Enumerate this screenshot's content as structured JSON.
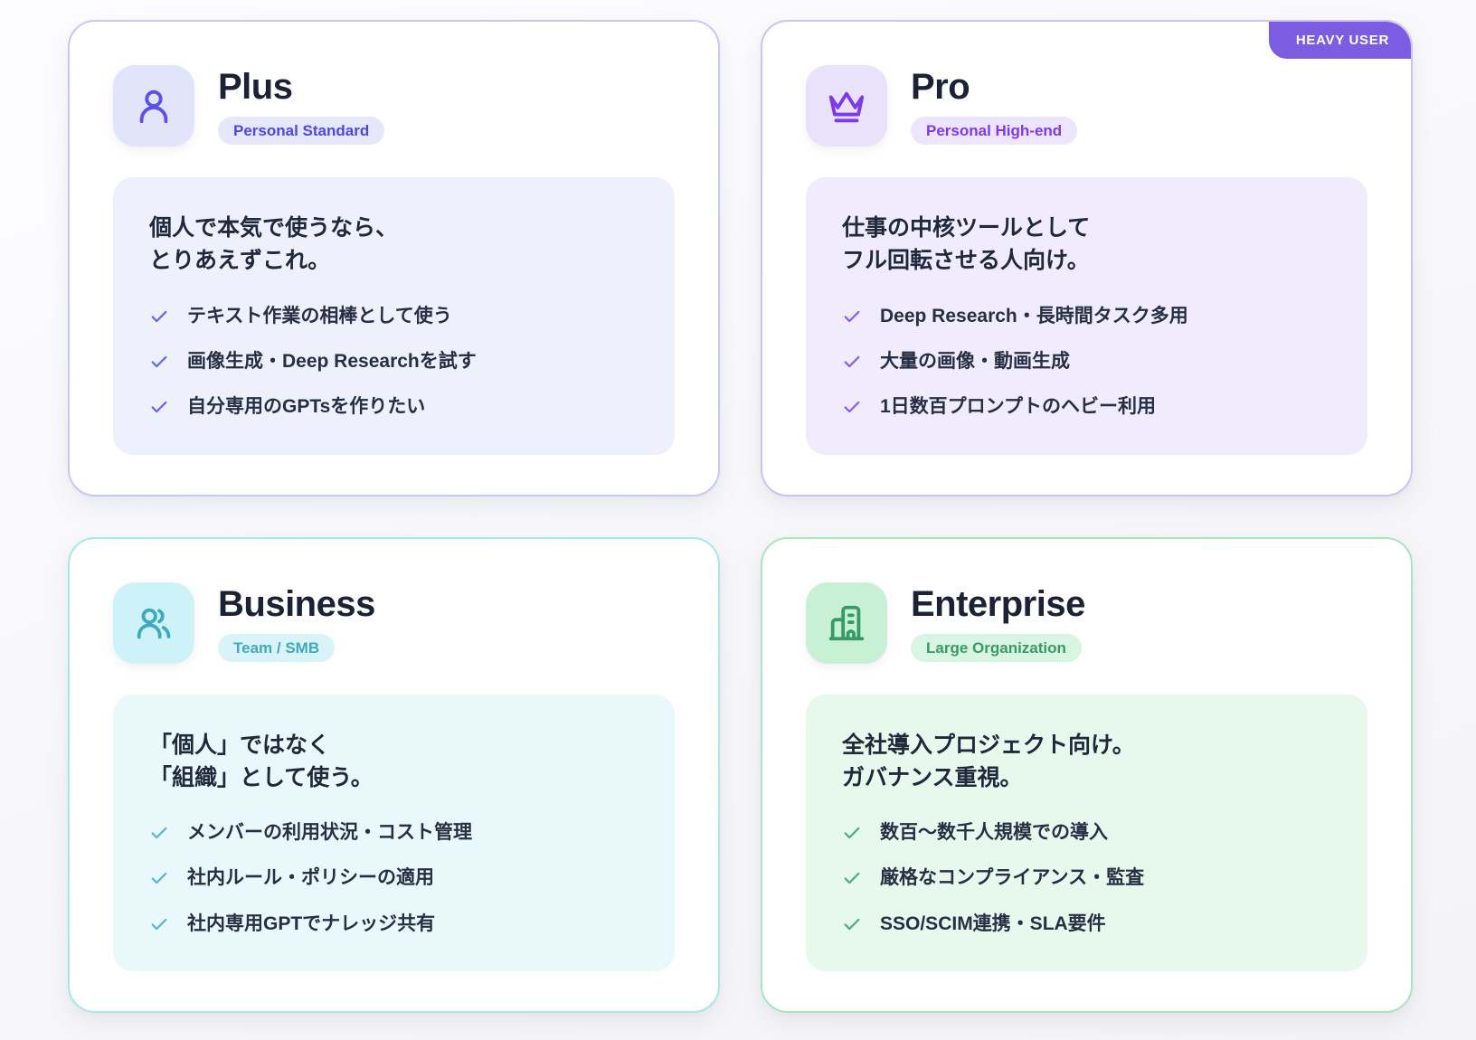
{
  "page": {
    "background": "#fafafa"
  },
  "cards": [
    {
      "id": "plus",
      "name": "Plus",
      "tag": "Personal Standard",
      "icon": "person-icon",
      "lead": "個人で本気で使うなら、\nとりあえずこれ。",
      "features": [
        "テキスト作業の相棒として使う",
        "画像生成・Deep Researchを試す",
        "自分専用のGPTsを作りたい"
      ],
      "ribbon": null,
      "colors": {
        "border": "#c8c9f2",
        "tile": "#e2e4fb",
        "accent": "#4f46e5",
        "tag_bg": "#e6e7fb",
        "panel": "#eef0fc",
        "check": "#6366f1"
      }
    },
    {
      "id": "pro",
      "name": "Pro",
      "tag": "Personal High-end",
      "icon": "crown-icon",
      "lead": "仕事の中核ツールとして\nフル回転させる人向け。",
      "features": [
        "Deep Research・長時間タスク多用",
        "大量の画像・動画生成",
        "1日数百プロンプトのヘビー利用"
      ],
      "ribbon": "HEAVY USER",
      "colors": {
        "border": "#cdc2f4",
        "tile": "#e9e2fb",
        "accent": "#7c3aed",
        "tag_bg": "#ece5fd",
        "panel": "#f1ecfd",
        "check": "#8b5cf6",
        "ribbon_bg": "#7c5ce0"
      }
    },
    {
      "id": "business",
      "name": "Business",
      "tag": "Team / SMB",
      "icon": "users-icon",
      "lead": "「個人」ではなく\n「組織」として使う。",
      "features": [
        "メンバーの利用状況・コスト管理",
        "社内ルール・ポリシーの適用",
        "社内専用GPTでナレッジ共有"
      ],
      "ribbon": null,
      "colors": {
        "border": "#a8e8ec",
        "tile": "#cdf2f7",
        "accent": "#3fa9bd",
        "tag_bg": "#d9f4f8",
        "panel": "#e9f9fb",
        "check": "#59b9c9"
      }
    },
    {
      "id": "enterprise",
      "name": "Enterprise",
      "tag": "Large Organization",
      "icon": "building-icon",
      "lead": "全社導入プロジェクト向け。\nガバナンス重視。",
      "features": [
        "数百〜数千人規模での導入",
        "厳格なコンプライアンス・監査",
        "SSO/SCIM連携・SLA要件"
      ],
      "ribbon": null,
      "colors": {
        "border": "#a9e5c0",
        "tile": "#c8f0d5",
        "accent": "#3a9a66",
        "tag_bg": "#d8f4e2",
        "panel": "#e7f8ed",
        "check": "#4caf7d"
      }
    }
  ]
}
